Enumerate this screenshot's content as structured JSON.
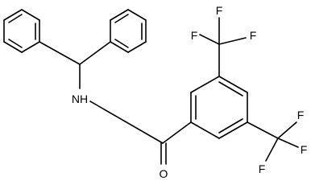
{
  "molecule": {
    "atoms": {
      "nh": "NH",
      "o": "O",
      "f1": "F",
      "f2": "F",
      "f3": "F",
      "f4": "F",
      "f5": "F",
      "f6": "F"
    },
    "colors": {
      "bond": "#000000",
      "label": "#000000",
      "background": "#ffffff"
    }
  }
}
